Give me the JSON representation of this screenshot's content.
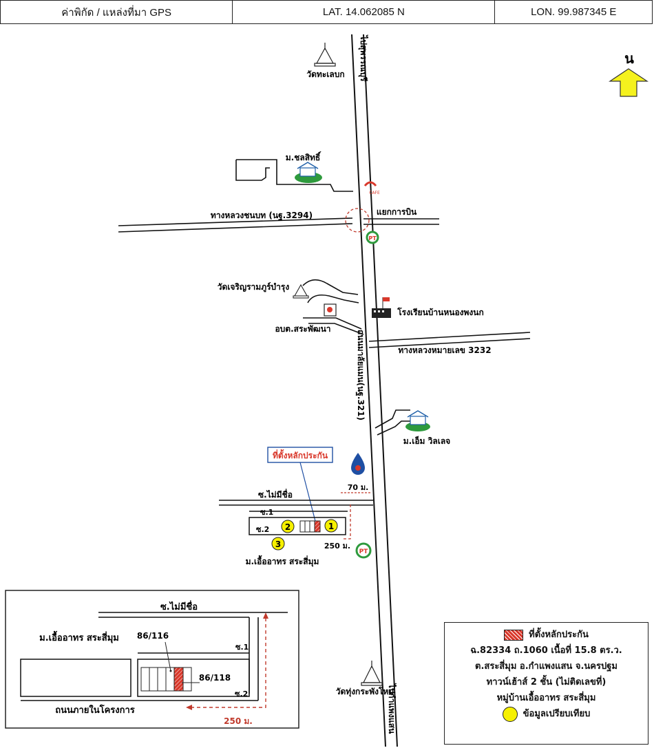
{
  "header": {
    "gps_label": "ค่าพิกัด / แหล่งที่มา GPS",
    "lat": "LAT. 14.062085 N",
    "lon": "LON. 99.987345 E"
  },
  "north": {
    "label": "น"
  },
  "labels": {
    "road_top": "ไปสุพรรณบุรี",
    "road_bottom": "ไปกำแพงแสน",
    "road_main": "ถนนมาลัยแมน(นฐ.321)",
    "wat_top": "วัดทะเลบก",
    "village_chol": "ม.ชลสิทธิ์",
    "cafe": "CAFE",
    "road_3294": "ทางหลวงชนบท (นฐ.3294)",
    "junction": "แยกการบิน",
    "ptt_1": "PT",
    "wat_charoen": "วัดเจริญรามภูร์บำรุง",
    "obt": "อบต.สระพัฒนา",
    "school": "โรงเรียนบ้านหนองพงนก",
    "road_3232": "ทางหลวงหมายเลข 3232",
    "village_m": "ม.เอ็ม วิลเลจ",
    "collateral_callout": "ที่ตั้งหลักประกัน",
    "soi_no_name": "ซ.ไม่มีชื่อ",
    "dist_70": "70 ม.",
    "soi_1": "ซ.1",
    "soi_2": "ซ.2",
    "marker_1": "1",
    "marker_2": "2",
    "marker_3": "3",
    "dist_250": "250 ม.",
    "ptt_2": "PT",
    "village_uea": "ม.เอื้ออาทร สระสี่มุม",
    "wat_thung": "วัดทุ่งกระพังโหม"
  },
  "inset": {
    "soi_no_name": "ซ.ไม่มีชื่อ",
    "village": "ม.เอื้ออาทร สระสี่มุม",
    "plot_a": "86/116",
    "plot_b": "86/118",
    "soi_1": "ซ.1",
    "soi_2": "ซ.2",
    "inner_road": "ถนนภายในโครงการ",
    "dist_250": "250 ม."
  },
  "legend": {
    "collateral": "ที่ตั้งหลักประกัน",
    "line1": "ฉ.82334 ถ.1060 เนื้อที่ 15.8 ตร.ว.",
    "line2": "ต.สระสี่มุม อ.กำแพงแสน จ.นครปฐม",
    "line3": "ทาวน์เฮ้าส์ 2 ชั้น (ไม่ติดเลขที่)",
    "line4": "หมู่บ้านเอื้ออาทร สระสี่มุม",
    "comparison": "ข้อมูลเปรียบเทียบ"
  },
  "colors": {
    "marker_yellow": "#f6f000",
    "collateral_red": "#d9382b",
    "arrow_yellow": "#f5f21e",
    "callout_blue": "#1f4fa3",
    "dash_red": "#c0392b",
    "icon_green": "#2e9a3d"
  }
}
